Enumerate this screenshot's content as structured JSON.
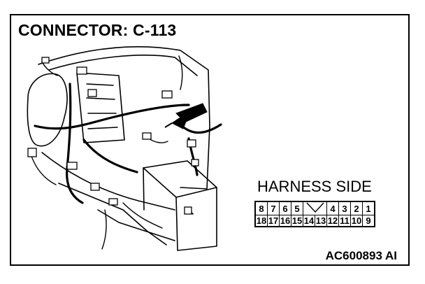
{
  "title": "CONNECTOR: C-113",
  "harness_label": "HARNESS SIDE",
  "code": "AC600893 AI",
  "connector": {
    "top_row": [
      "8",
      "7",
      "6",
      "5",
      "",
      "4",
      "3",
      "2",
      "1"
    ],
    "bottom_row": [
      "18",
      "17",
      "16",
      "15",
      "14",
      "13",
      "12",
      "11",
      "10",
      "9"
    ]
  },
  "icons": [
    "arrow-icon",
    "key-notch-icon"
  ]
}
